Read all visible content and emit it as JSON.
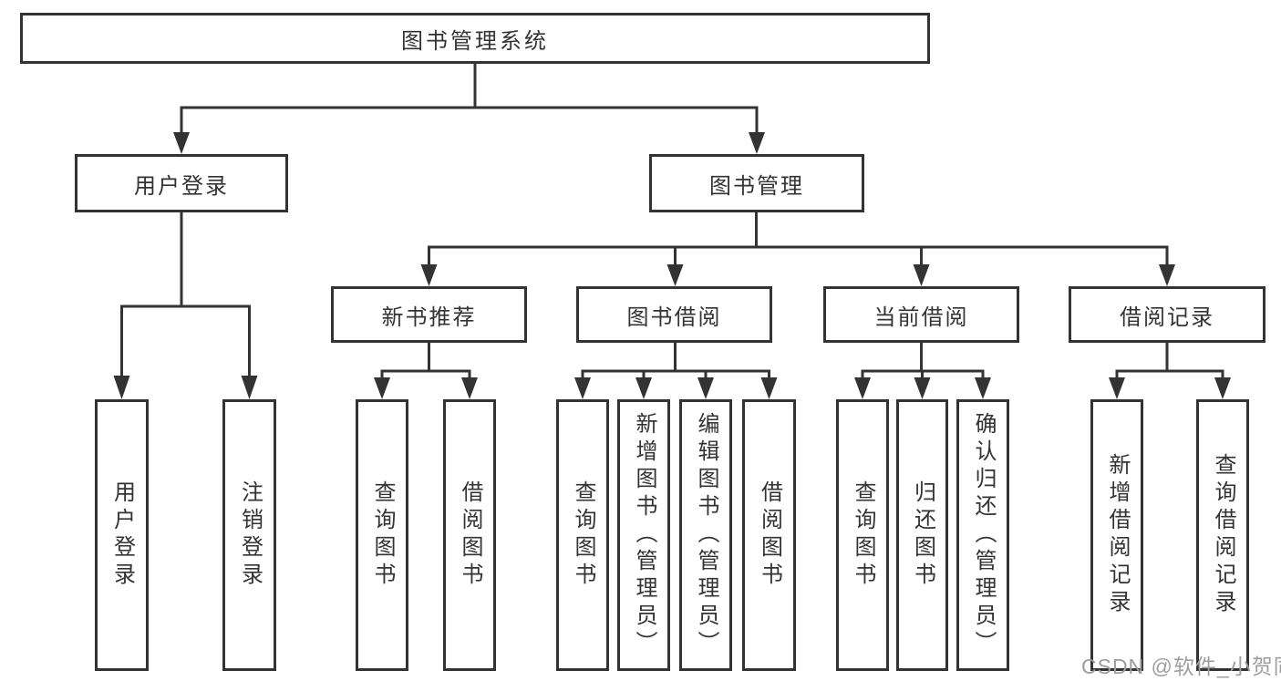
{
  "root": {
    "label": "图书管理系统"
  },
  "level1": {
    "user_login": {
      "label": "用户登录"
    },
    "book_manage": {
      "label": "图书管理"
    }
  },
  "user_login_children": {
    "login": {
      "label": "用户登录"
    },
    "logout": {
      "label": "注销登录"
    }
  },
  "book_manage_children": {
    "new_book": {
      "label": "新书推荐"
    },
    "book_borrow": {
      "label": "图书借阅"
    },
    "current_borrow": {
      "label": "当前借阅"
    },
    "borrow_record": {
      "label": "借阅记录"
    }
  },
  "new_book_children": {
    "query_book": {
      "label": "查询图书"
    },
    "borrow_book": {
      "label": "借阅图书"
    }
  },
  "book_borrow_children": {
    "query_book": {
      "label": "查询图书"
    },
    "add_book": {
      "label": "新增图书（管理员）"
    },
    "edit_book": {
      "label": "编辑图书（管理员）"
    },
    "borrow_book": {
      "label": "借阅图书"
    }
  },
  "current_borrow_children": {
    "query_book": {
      "label": "查询图书"
    },
    "return_book": {
      "label": "归还图书"
    },
    "confirm_return": {
      "label": "确认归还（管理员）"
    }
  },
  "borrow_record_children": {
    "add_record": {
      "label": "新增借阅记录"
    },
    "query_record": {
      "label": "查询借阅记录"
    }
  },
  "watermark": {
    "text": "CSDN @软件_小贺同学"
  },
  "colors": {
    "line": "#333333",
    "text": "#333333",
    "watermark_text": "#9e9e9e",
    "background": "#ffffff"
  }
}
